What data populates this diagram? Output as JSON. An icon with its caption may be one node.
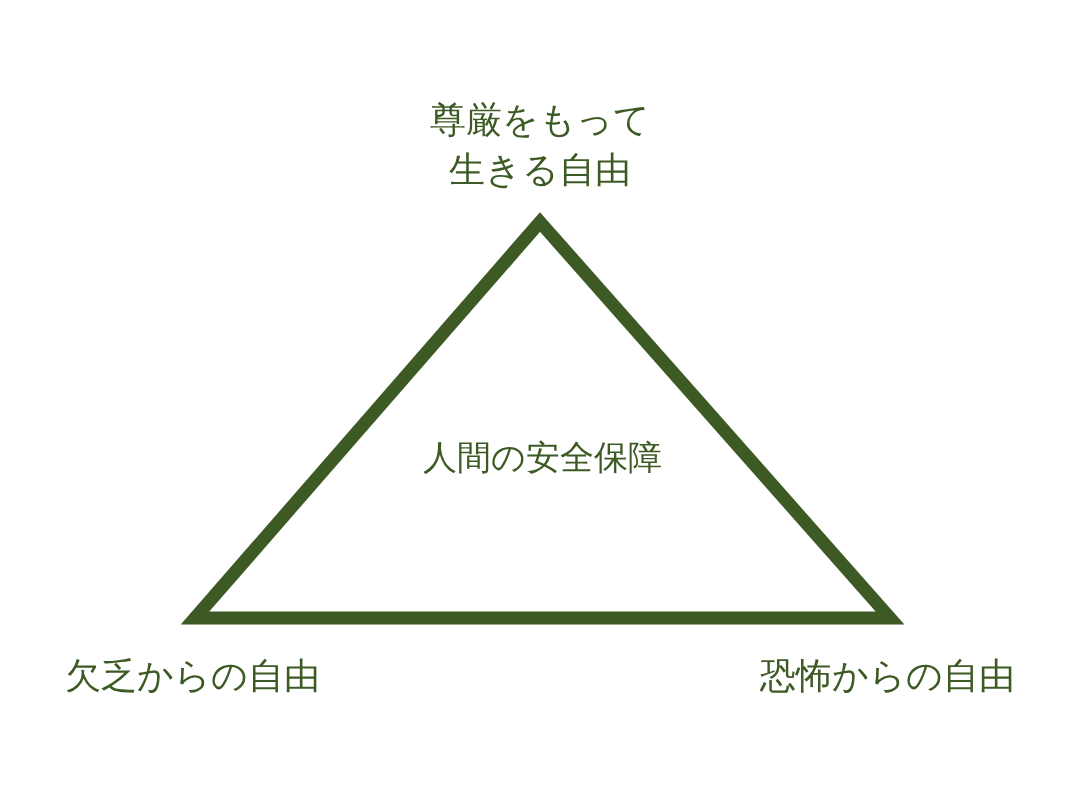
{
  "diagram": {
    "nodes": [
      {
        "text": [
          "人間の安全保障"
        ]
      }
    ],
    "labels": [
      "尊厳をもって生きる自由",
      "欠乏からの自由",
      "恐怖からの自由"
    ]
  }
}
